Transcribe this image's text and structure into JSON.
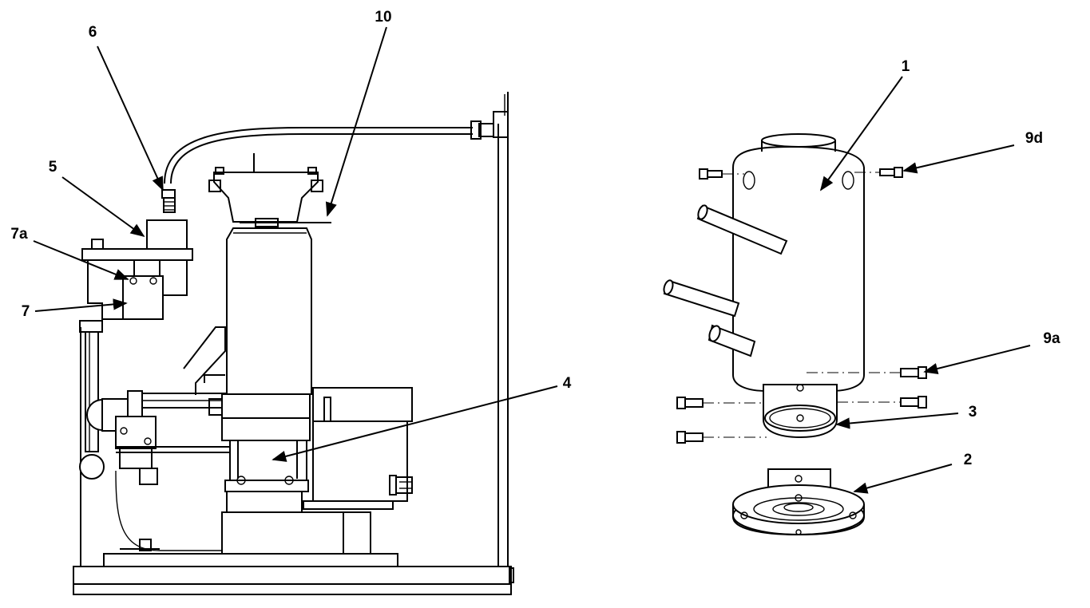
{
  "colors": {
    "line": "#000000",
    "background": "#ffffff"
  },
  "callouts": {
    "c1": "1",
    "c2": "2",
    "c3": "3",
    "c4": "4",
    "c5": "5",
    "c6": "6",
    "c7": "7",
    "c7a": "7a",
    "c9a": "9a",
    "c9d": "9d",
    "c10": "10"
  }
}
